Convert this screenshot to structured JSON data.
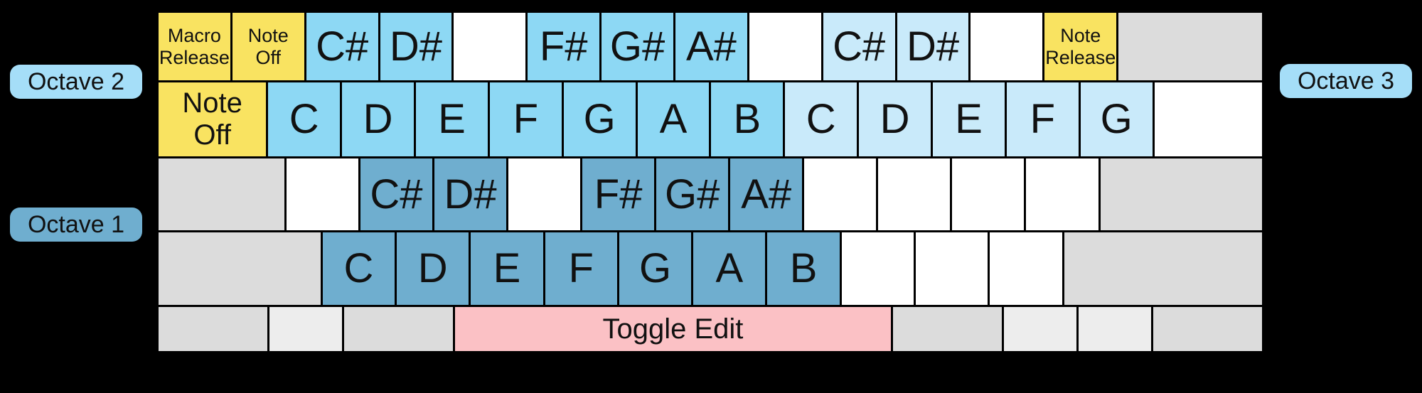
{
  "colors": {
    "yellow": "#F9E361",
    "o2": "#8DD8F4",
    "o3": "#C9EAFA",
    "o1": "#6FAECF",
    "white": "#FFFFFF",
    "gray": "#DCDCDC",
    "lightgray": "#EDEDED",
    "pink": "#FBC1C5",
    "pill_light": "#A5DEF8",
    "pill_dark": "#6FAECF",
    "background": "#000000",
    "key_gap": "#000000",
    "text": "#111111"
  },
  "octave_labels": [
    {
      "text": "Octave 2",
      "side": "left",
      "style": "light"
    },
    {
      "text": "Octave 1",
      "side": "left",
      "style": "dark"
    },
    {
      "text": "Octave 3",
      "side": "right",
      "style": "light"
    }
  ],
  "keyboard": {
    "rows": [
      {
        "keys": [
          {
            "label": "Macro\nRelease",
            "color": "yellow",
            "units": 1,
            "size": "xs"
          },
          {
            "label": "Note\nOff",
            "color": "yellow",
            "units": 1,
            "size": "xs"
          },
          {
            "label": "C#",
            "color": "o2",
            "units": 1,
            "size": "md"
          },
          {
            "label": "D#",
            "color": "o2",
            "units": 1,
            "size": "md"
          },
          {
            "label": "",
            "color": "white",
            "units": 1
          },
          {
            "label": "F#",
            "color": "o2",
            "units": 1,
            "size": "md"
          },
          {
            "label": "G#",
            "color": "o2",
            "units": 1,
            "size": "md"
          },
          {
            "label": "A#",
            "color": "o2",
            "units": 1,
            "size": "md"
          },
          {
            "label": "",
            "color": "white",
            "units": 1
          },
          {
            "label": "C#",
            "color": "o3",
            "units": 1,
            "size": "md"
          },
          {
            "label": "D#",
            "color": "o3",
            "units": 1,
            "size": "md"
          },
          {
            "label": "",
            "color": "white",
            "units": 1
          },
          {
            "label": "Note\nRelease",
            "color": "yellow",
            "units": 1,
            "size": "xs"
          },
          {
            "label": "",
            "color": "gray",
            "units": 2
          }
        ]
      },
      {
        "keys": [
          {
            "label": "Note\nOff",
            "color": "yellow",
            "units": 1.5,
            "size": "lg"
          },
          {
            "label": "C",
            "color": "o2",
            "units": 1,
            "size": "md"
          },
          {
            "label": "D",
            "color": "o2",
            "units": 1,
            "size": "md"
          },
          {
            "label": "E",
            "color": "o2",
            "units": 1,
            "size": "md"
          },
          {
            "label": "F",
            "color": "o2",
            "units": 1,
            "size": "md"
          },
          {
            "label": "G",
            "color": "o2",
            "units": 1,
            "size": "md"
          },
          {
            "label": "A",
            "color": "o2",
            "units": 1,
            "size": "md"
          },
          {
            "label": "B",
            "color": "o2",
            "units": 1,
            "size": "md"
          },
          {
            "label": "C",
            "color": "o3",
            "units": 1,
            "size": "md"
          },
          {
            "label": "D",
            "color": "o3",
            "units": 1,
            "size": "md"
          },
          {
            "label": "E",
            "color": "o3",
            "units": 1,
            "size": "md"
          },
          {
            "label": "F",
            "color": "o3",
            "units": 1,
            "size": "md"
          },
          {
            "label": "G",
            "color": "o3",
            "units": 1,
            "size": "md"
          },
          {
            "label": "",
            "color": "white",
            "units": 1.5
          }
        ]
      },
      {
        "keys": [
          {
            "label": "",
            "color": "gray",
            "units": 1.75
          },
          {
            "label": "",
            "color": "white",
            "units": 1
          },
          {
            "label": "C#",
            "color": "o1",
            "units": 1,
            "size": "md"
          },
          {
            "label": "D#",
            "color": "o1",
            "units": 1,
            "size": "md"
          },
          {
            "label": "",
            "color": "white",
            "units": 1
          },
          {
            "label": "F#",
            "color": "o1",
            "units": 1,
            "size": "md"
          },
          {
            "label": "G#",
            "color": "o1",
            "units": 1,
            "size": "md"
          },
          {
            "label": "A#",
            "color": "o1",
            "units": 1,
            "size": "md"
          },
          {
            "label": "",
            "color": "white",
            "units": 1
          },
          {
            "label": "",
            "color": "white",
            "units": 1
          },
          {
            "label": "",
            "color": "white",
            "units": 1
          },
          {
            "label": "",
            "color": "white",
            "units": 1
          },
          {
            "label": "",
            "color": "gray",
            "units": 2.25
          }
        ]
      },
      {
        "keys": [
          {
            "label": "",
            "color": "gray",
            "units": 2.25
          },
          {
            "label": "C",
            "color": "o1",
            "units": 1,
            "size": "md"
          },
          {
            "label": "D",
            "color": "o1",
            "units": 1,
            "size": "md"
          },
          {
            "label": "E",
            "color": "o1",
            "units": 1,
            "size": "md"
          },
          {
            "label": "F",
            "color": "o1",
            "units": 1,
            "size": "md"
          },
          {
            "label": "G",
            "color": "o1",
            "units": 1,
            "size": "md"
          },
          {
            "label": "A",
            "color": "o1",
            "units": 1,
            "size": "md"
          },
          {
            "label": "B",
            "color": "o1",
            "units": 1,
            "size": "md"
          },
          {
            "label": "",
            "color": "white",
            "units": 1
          },
          {
            "label": "",
            "color": "white",
            "units": 1
          },
          {
            "label": "",
            "color": "white",
            "units": 1
          },
          {
            "label": "",
            "color": "gray",
            "units": 2.75
          }
        ]
      },
      {
        "keys": [
          {
            "label": "",
            "color": "gray",
            "units": 1.5
          },
          {
            "label": "",
            "color": "lightgray",
            "units": 1
          },
          {
            "label": "",
            "color": "gray",
            "units": 1.5
          },
          {
            "label": "Toggle Edit",
            "color": "pink",
            "units": 6,
            "size": "lg"
          },
          {
            "label": "",
            "color": "gray",
            "units": 1.5
          },
          {
            "label": "",
            "color": "lightgray",
            "units": 1
          },
          {
            "label": "",
            "color": "lightgray",
            "units": 1
          },
          {
            "label": "",
            "color": "gray",
            "units": 1.5
          }
        ]
      }
    ]
  }
}
